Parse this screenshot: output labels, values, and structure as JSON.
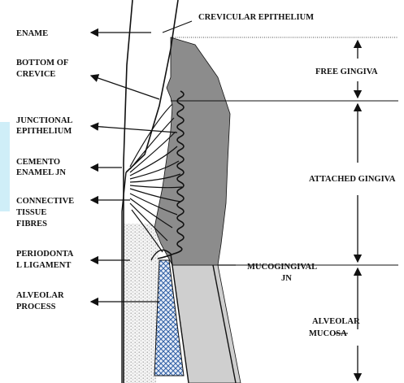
{
  "left_labels": {
    "ename": "ENAME",
    "bottom_of_crevice": [
      "BOTTOM OF",
      "CREVICE"
    ],
    "junctional_epithelium": [
      "JUNCTIONAL",
      "EPITHELIUM"
    ],
    "cemento_enamel_jn": [
      "CEMENTO",
      "ENAMEL JN"
    ],
    "connective_tissue_fibres": [
      "CONNECTIVE",
      "TISSUE",
      "FIBRES"
    ],
    "periodontal_ligament": [
      "PERIODONTA",
      "L LIGAMENT"
    ],
    "alveolar_process": [
      "ALVEOLAR",
      "PROCESS"
    ]
  },
  "top_label": "CREVICULAR EPITHELIUM",
  "right_labels": {
    "free_gingiva": "FREE GINGIVA",
    "attached_gingiva": "ATTACHED GINGIVA",
    "mucogingival_jn": [
      "MUCOGINGIVAL",
      "JN"
    ],
    "alveolar_mucosa": [
      "ALVEOLAR",
      "MUCOSA"
    ]
  },
  "colors": {
    "gingiva": "#8c8c8c",
    "mucosa": "#cfcfcf",
    "bone_pattern": "#2f5fa5",
    "dotted_region": "#b5b5b5",
    "line": "#111111",
    "watermark_bar": "#cfeef8"
  }
}
